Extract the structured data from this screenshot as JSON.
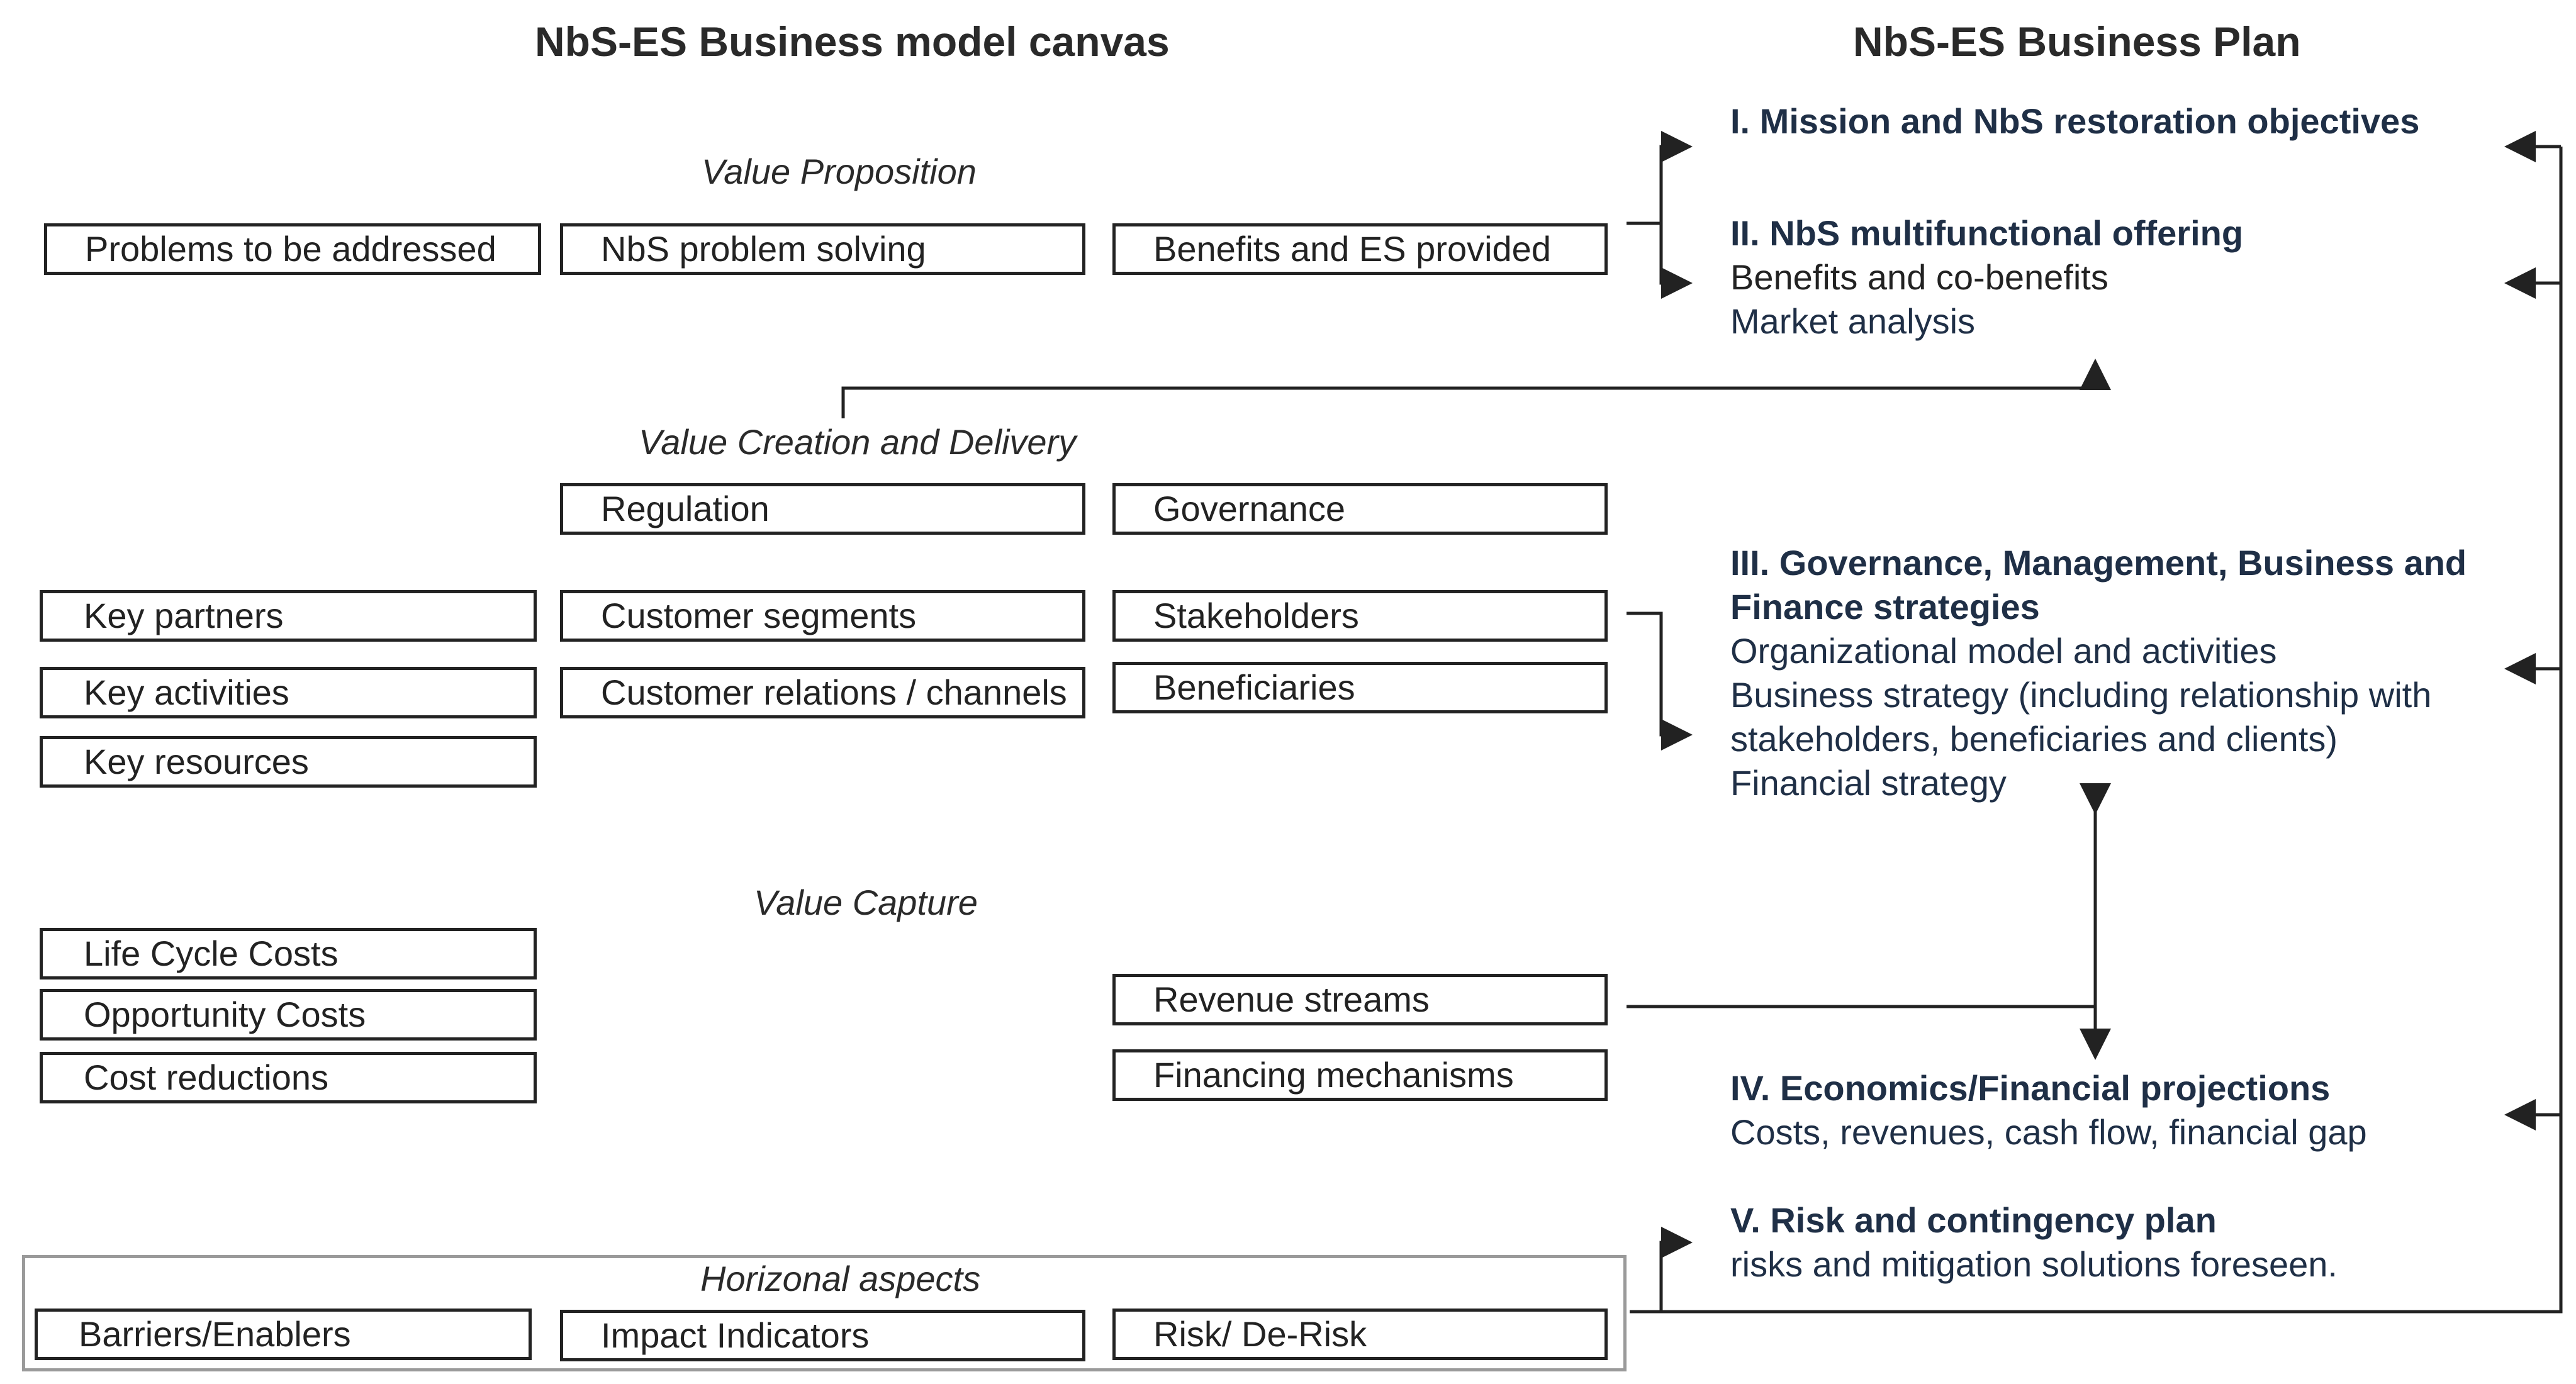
{
  "titles": {
    "canvas": "NbS-ES Business model canvas",
    "plan": "NbS-ES Business Plan"
  },
  "sections": {
    "value_proposition": "Value Proposition",
    "value_creation": "Value Creation and Delivery",
    "value_capture": "Value Capture",
    "horizontal": "Horizonal aspects"
  },
  "boxes": {
    "problems": "Problems to be addressed",
    "nbs_problem": "NbS problem solving",
    "benefits_es": "Benefits and ES provided",
    "regulation": "Regulation",
    "governance": "Governance",
    "key_partners": "Key partners",
    "customer_segments": "Customer segments",
    "stakeholders": "Stakeholders",
    "key_activities": "Key activities",
    "customer_relations": "Customer relations / channels",
    "beneficiaries": "Beneficiaries",
    "key_resources": "Key resources",
    "life_cycle_costs": "Life Cycle Costs",
    "opportunity_costs": "Opportunity Costs",
    "cost_reductions": "Cost reductions",
    "revenue_streams": "Revenue streams",
    "financing_mechanisms": "Financing mechanisms",
    "barriers": "Barriers/Enablers",
    "impact_indicators": "Impact Indicators",
    "risk": "Risk/ De-Risk"
  },
  "plan": {
    "s1_heading": "I. Mission and NbS restoration objectives",
    "s2_heading": "II. NbS multifunctional offering",
    "s2_line1": "Benefits and co-benefits",
    "s2_line2": "Market analysis",
    "s3_heading_line1": "III. Governance, Management, Business and",
    "s3_heading_line2": "Finance strategies",
    "s3_line1": "Organizational model and activities",
    "s3_line2": "Business strategy (including relationship with",
    "s3_line3": "stakeholders, beneficiaries and clients)",
    "s3_line4": "Financial strategy",
    "s4_heading": "IV. Economics/Financial projections",
    "s4_line1": "Costs, revenues, cash flow, financial gap",
    "s5_heading": "V. Risk and contingency plan",
    "s5_line1": "risks and mitigation solutions foreseen."
  },
  "colors": {
    "plan_text": "#1f2f46",
    "box_border": "#222222",
    "frame_border": "#9a9a9a"
  }
}
